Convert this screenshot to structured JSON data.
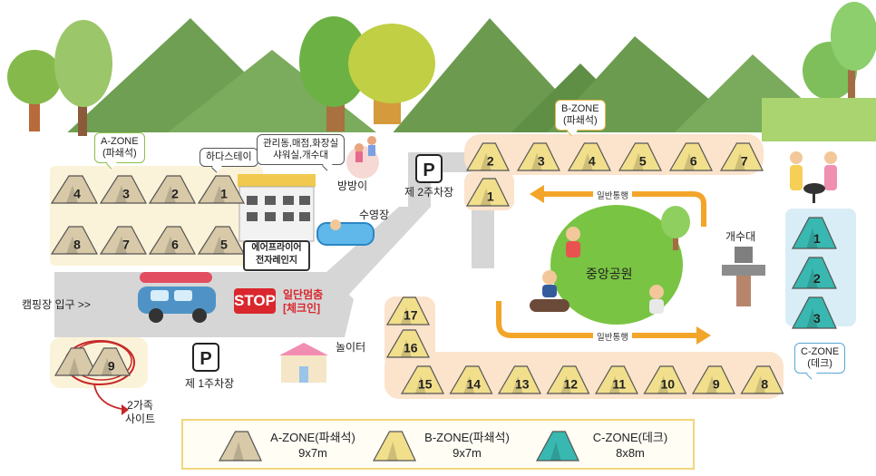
{
  "zones": {
    "a": {
      "name": "A-ZONE",
      "sub": "(파쇄석)"
    },
    "b": {
      "name": "B-ZONE",
      "sub": "(파쇄석)"
    },
    "c": {
      "name": "C-ZONE",
      "sub": "(데크)"
    }
  },
  "a_sites_top": [
    "4",
    "3",
    "2",
    "1"
  ],
  "a_sites_bottom": [
    "8",
    "7",
    "6",
    "5"
  ],
  "b_sites_top": [
    "2",
    "3",
    "4",
    "5",
    "6",
    "7"
  ],
  "b_site_1": "1",
  "b_sites_left": [
    "17",
    "16"
  ],
  "b_sites_bottom": [
    "15",
    "14",
    "13",
    "12",
    "11",
    "10",
    "9",
    "8"
  ],
  "c_sites": [
    "1",
    "2",
    "3"
  ],
  "family_site": {
    "number": "9",
    "label_line1": "2가족",
    "label_line2": "사이트"
  },
  "places": {
    "hadastay": "하다스테이",
    "office_line1": "관리동,매점,화장실",
    "office_line2": "샤워실,개수대",
    "airfryer_line1": "에어프라이어",
    "airfryer_line2": "전자레인지",
    "bangbang": "방방이",
    "pool": "수영장",
    "parking2": "제 2주차장",
    "parking1": "제 1주차장",
    "entrance": "캠핑장 입구 >>",
    "stop_sign": "STOP",
    "stop_line1": "일단멈춤",
    "stop_line2": "[체크인]",
    "playground": "놀이터",
    "central_park": "중앙공원",
    "sink": "개수대",
    "oneway_top": "일반통행",
    "oneway_bottom": "일반통행",
    "parking_symbol": "P"
  },
  "legend": [
    {
      "name": "A-ZONE(파쇄석)",
      "size": "9x7m"
    },
    {
      "name": "B-ZONE(파쇄석)",
      "size": "9x7m"
    },
    {
      "name": "C-ZONE(데크)",
      "size": "8x8m"
    }
  ],
  "colors": {
    "tent_a": "#d8c9a8",
    "tent_b": "#f1df8c",
    "tent_c": "#38b8b0",
    "zone_a_bg": "#fbf3d9",
    "zone_b_bg": "#fbe3cc",
    "zone_c_bg": "#d9edf6",
    "road": "#d3d3d3",
    "arrow": "#f3a52a",
    "park": "#7ac443",
    "mountain": "#6a9a4e"
  }
}
